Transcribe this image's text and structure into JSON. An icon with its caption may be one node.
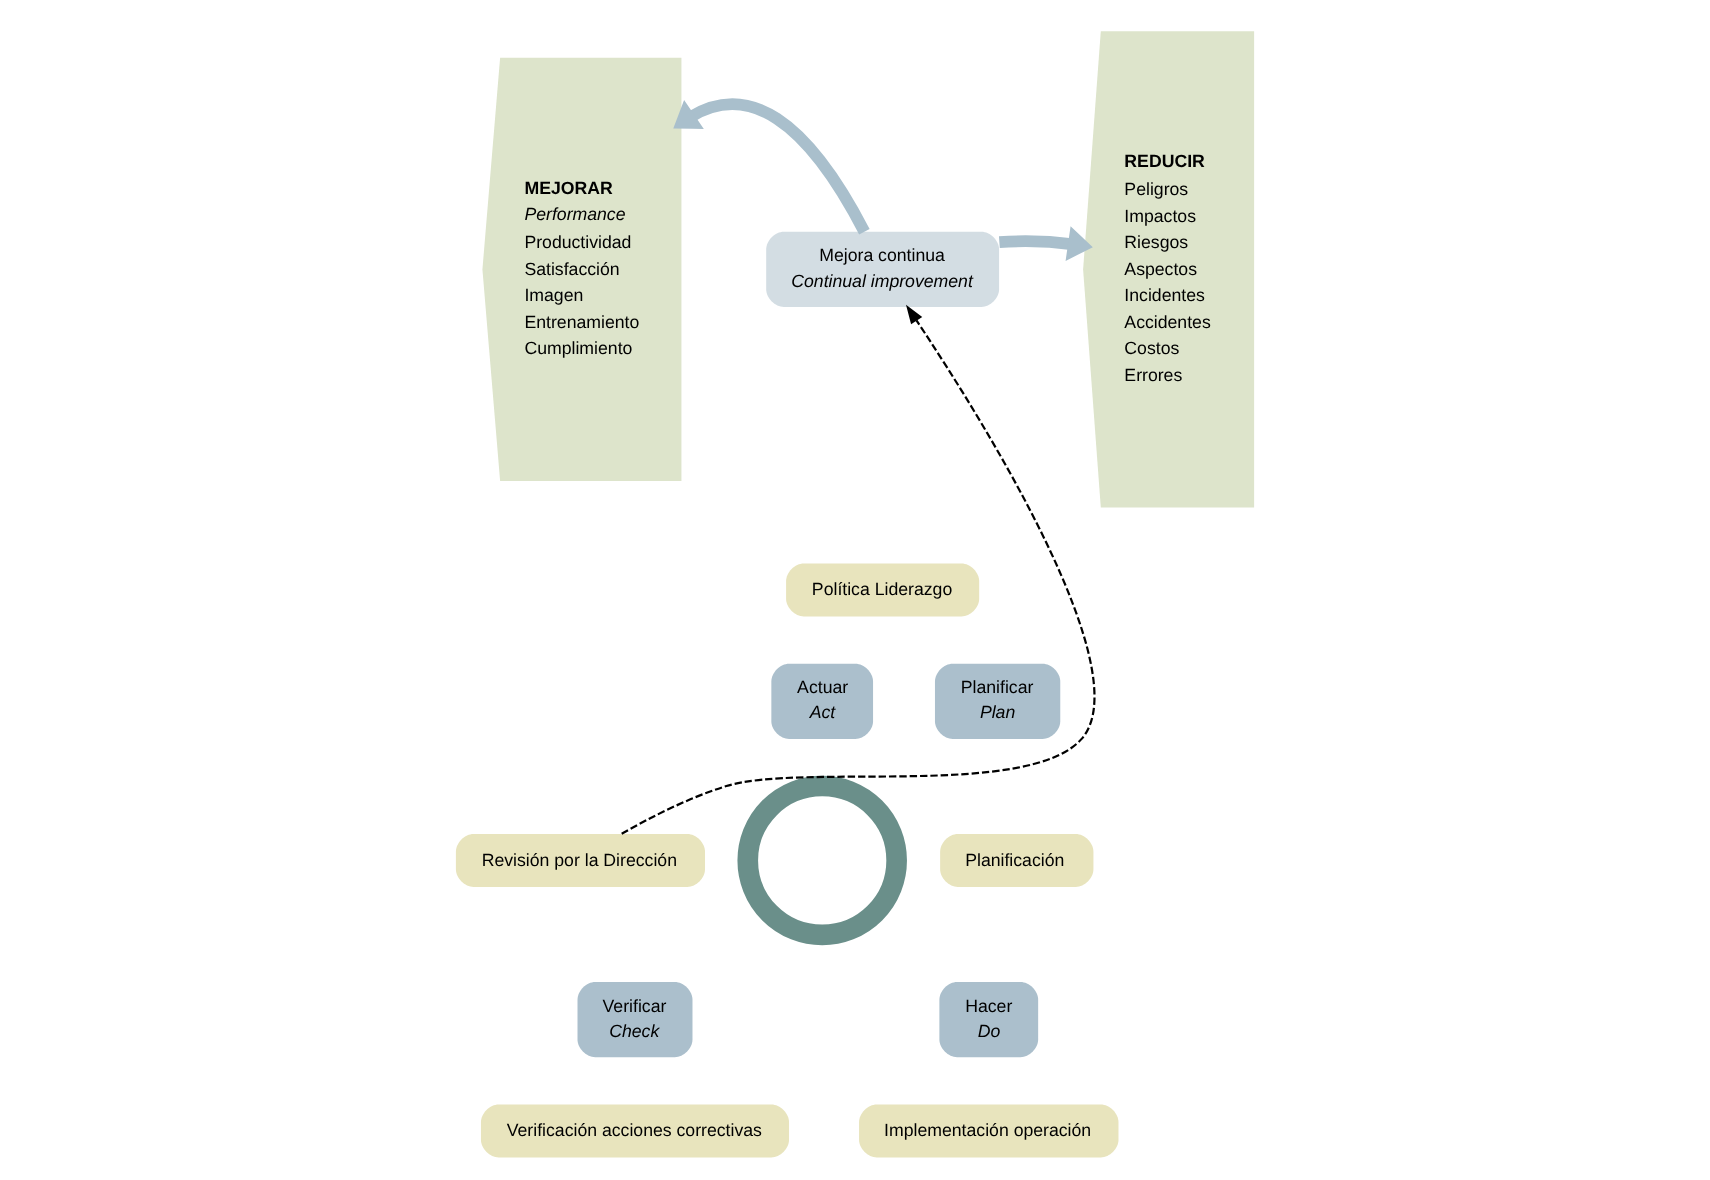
{
  "diagram": {
    "nodes": [
      {
        "text": [
          "Mejora continua",
          "Continual improvement"
        ]
      },
      {
        "text": [
          "MEJORAR",
          "Performance",
          "Productividad",
          "Satisfacción",
          "Imagen",
          "Entrenamiento",
          "Cumplimiento"
        ]
      },
      {
        "text": [
          "REDUCIR",
          "Peligros",
          "Impactos",
          "Riesgos",
          "Aspectos",
          "Incidentes",
          "Accidentes",
          "Costos",
          "Errores"
        ]
      },
      {
        "text": [
          "Política Liderazgo"
        ]
      },
      {
        "text": [
          "Actuar",
          "Act"
        ]
      },
      {
        "text": [
          "Planificar",
          "Plan"
        ]
      },
      {
        "text": [
          "Revisión por la Dirección"
        ]
      },
      {
        "text": [],
        "shape": "circle"
      },
      {
        "text": [
          "Planificación"
        ]
      },
      {
        "text": [
          "Verificar",
          "Check"
        ]
      },
      {
        "text": [
          "Hacer",
          "Do"
        ]
      },
      {
        "text": [
          "Verificación acciones correctivas"
        ]
      },
      {
        "text": [
          "Implementación operación"
        ]
      }
    ],
    "edges": [
      {
        "from": 0,
        "to": 1,
        "arrow": "to"
      },
      {
        "from": 0,
        "to": 2,
        "arrow": "to"
      },
      {
        "from": 6,
        "to": 0,
        "arrow": "to",
        "style": "dashed",
        "color": "#000000"
      }
    ]
  }
}
